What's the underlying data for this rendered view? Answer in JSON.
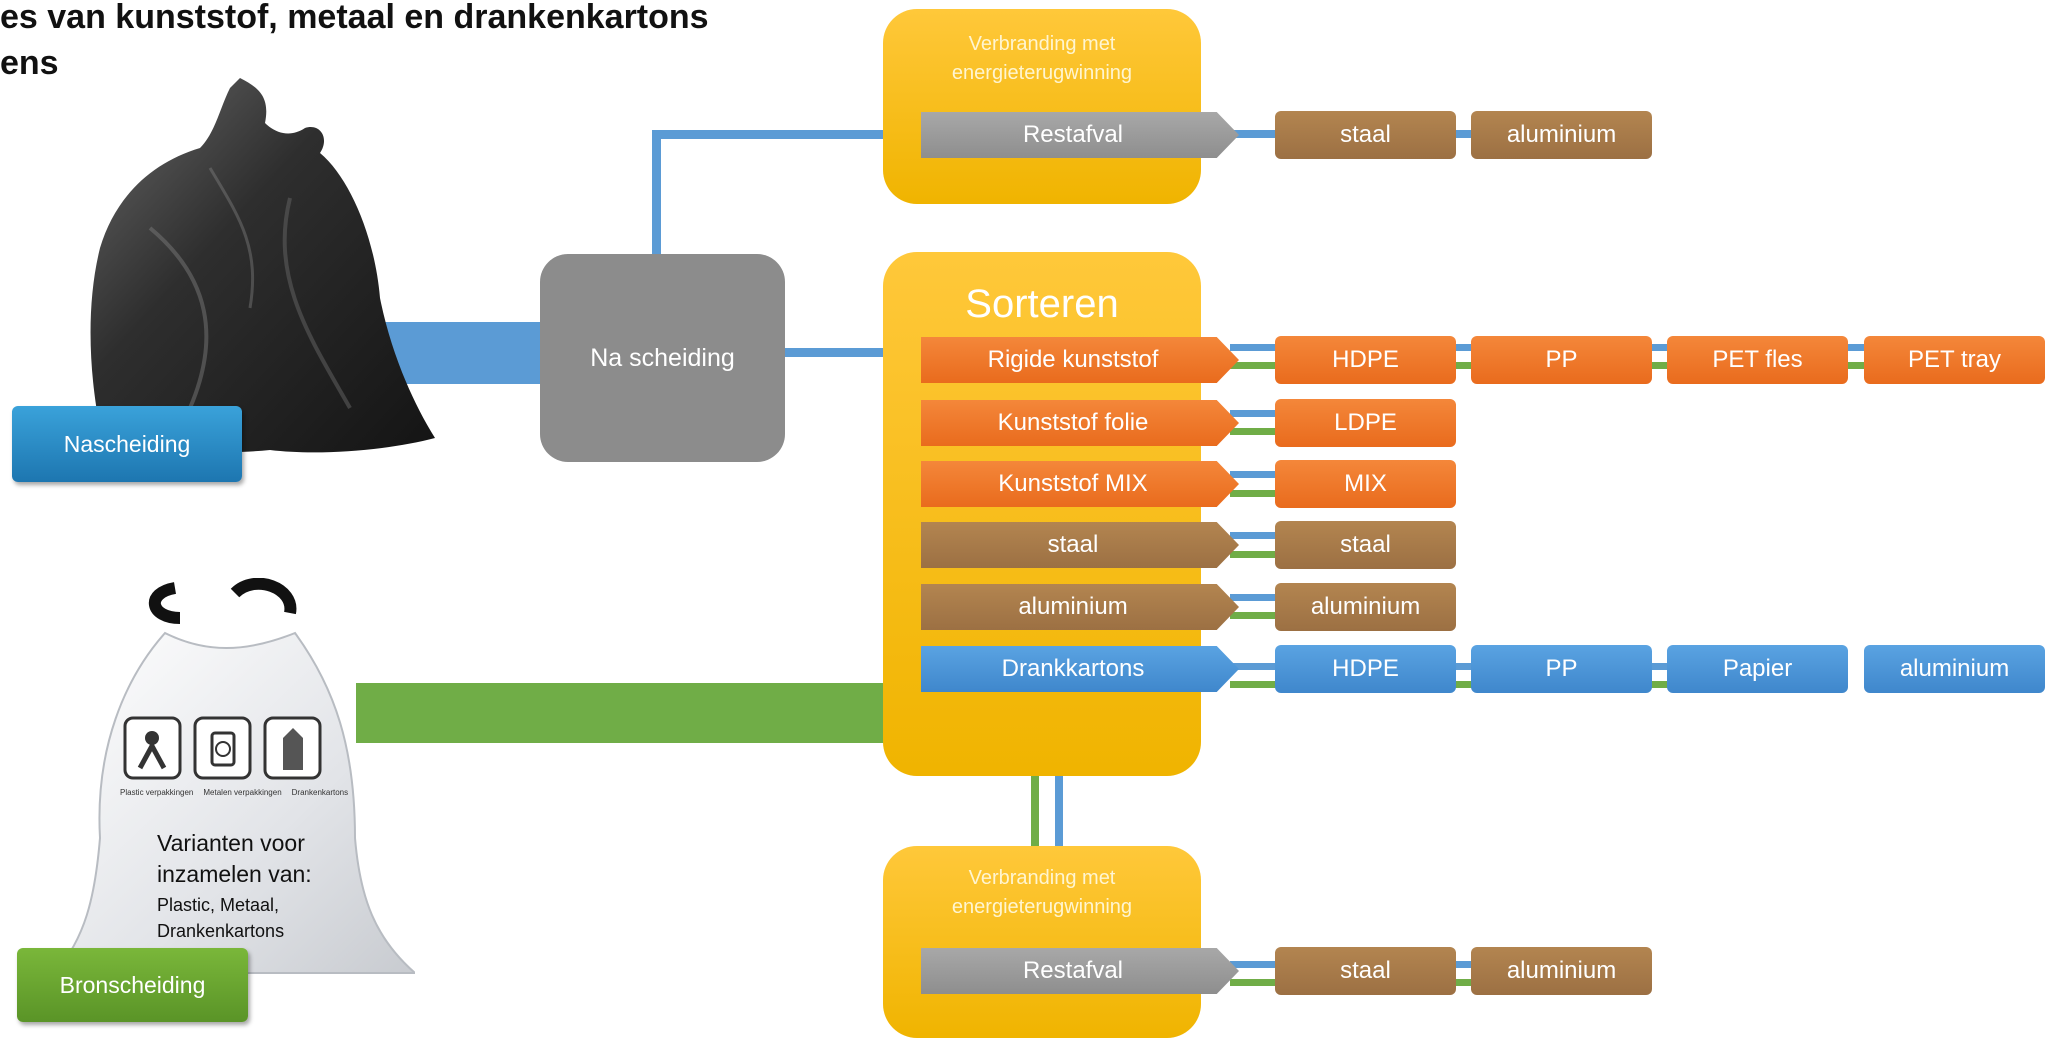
{
  "title": {
    "line1": "es van kunststof, metaal en drankenkartons",
    "line2": "ens"
  },
  "nascheiding": {
    "label": "Nascheiding",
    "color": "#2a8bc8"
  },
  "bronscheiding": {
    "label": "Bronscheiding",
    "color": "#6aa62f"
  },
  "na_scheiding_box": {
    "label": "Na scheiding"
  },
  "incineration_top": {
    "heading": "Verbranding met energieterugwinning",
    "arrow": "Restafval",
    "outputs": [
      "staal",
      "aluminium"
    ]
  },
  "sorting": {
    "heading": "Sorteren",
    "rows": [
      {
        "input": "Rigide kunststof",
        "outputs": [
          "HDPE",
          "PP",
          "PET fles",
          "PET tray"
        ]
      },
      {
        "input": "Kunststof folie",
        "outputs": [
          "LDPE"
        ]
      },
      {
        "input": "Kunststof MIX",
        "outputs": [
          "MIX"
        ]
      },
      {
        "input": "staal",
        "outputs": [
          "staal"
        ]
      },
      {
        "input": "aluminium",
        "outputs": [
          "aluminium"
        ]
      },
      {
        "input": "Drankkartons",
        "outputs": [
          "HDPE",
          "PP",
          "Papier",
          "aluminium"
        ]
      }
    ]
  },
  "incineration_bottom": {
    "heading": "Verbranding met energieterugwinning",
    "arrow": "Restafval",
    "outputs": [
      "staal",
      "aluminium"
    ]
  },
  "white_bag": {
    "text_large": "Varianten voor inzamelen van:",
    "text_small": "Plastic, Metaal, Drankenkartons",
    "icon_labels": [
      "Plastic verpakkingen",
      "Metalen verpakkingen",
      "Drankenkartons"
    ]
  },
  "colors": {
    "blue_line": "#5b9bd5",
    "green_line": "#70ad47",
    "orange": "#ed7d31",
    "brown": "#a67c4b",
    "yellow": "#ffc000",
    "grey": "#8c8c8c"
  }
}
